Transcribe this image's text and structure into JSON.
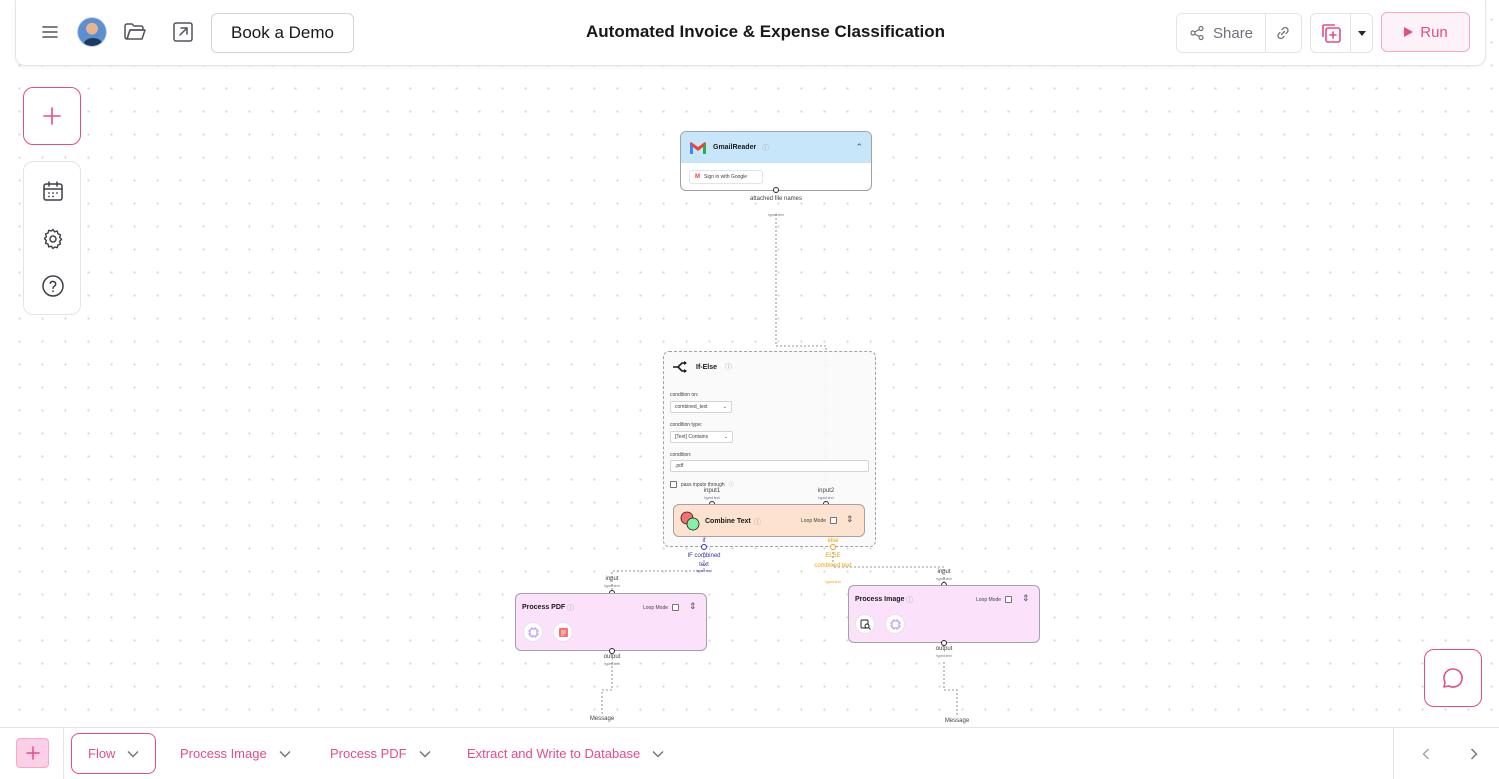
{
  "header": {
    "title": "Automated Invoice & Expense Classification",
    "demo_label": "Book a Demo",
    "share_label": "Share",
    "run_label": "Run"
  },
  "colors": {
    "accent": "#e64b8b",
    "gmail_header": "#c7e6f9",
    "combine_bg": "#fde2cf",
    "process_bg": "#fce1fb"
  },
  "canvas": {
    "gmail": {
      "title": "GmailReader",
      "signin": "Sign in with Google",
      "output_label": "attached file names",
      "output_type": "typed:text"
    },
    "ifelse": {
      "title": "If-Else",
      "condition_on_label": "condition on:",
      "condition_on_value": "combined_text",
      "condition_type_label": "condition type:",
      "condition_type_value": "[Text] Contains",
      "condition_label": "condition:",
      "condition_value": ".pdf",
      "pass_inputs_label": "pass inputs through",
      "if_port": "if",
      "else_port": "else",
      "if_label": "IF combined text",
      "else_label": "ELSE combined text",
      "port_type": "typed:text"
    },
    "combine": {
      "title": "Combine Text",
      "loop_label": "Loop Mode",
      "input1": "input1",
      "input2": "input2",
      "port_type": "typed:text"
    },
    "process_pdf": {
      "title": "Process PDF",
      "loop_label": "Loop Mode",
      "input": "input",
      "output": "output",
      "port_type": "typed:text",
      "next": "Message"
    },
    "process_image": {
      "title": "Process Image",
      "loop_label": "Loop Mode",
      "input": "input",
      "output": "output",
      "port_type": "typed:text",
      "next": "Message"
    }
  },
  "tabs": [
    {
      "label": "Flow",
      "active": true
    },
    {
      "label": "Process Image",
      "active": false
    },
    {
      "label": "Process PDF",
      "active": false
    },
    {
      "label": "Extract and Write to Database",
      "active": false
    }
  ]
}
